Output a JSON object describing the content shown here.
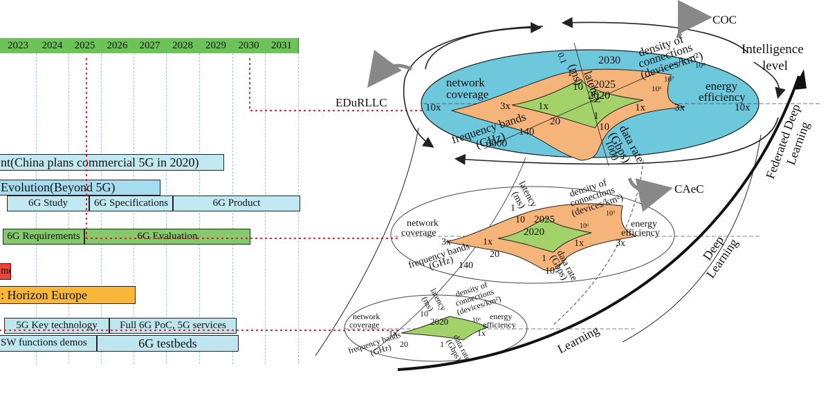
{
  "timeline": {
    "years": [
      "2023",
      "2024",
      "2025",
      "2026",
      "2027",
      "2028",
      "2029",
      "2030",
      "2031"
    ],
    "bars": {
      "china": "nt(China plans commercial 5G in 2020)",
      "evolution": "Evolution(Beyond 5G)",
      "study": "6G Study",
      "specs": "6G Specifications",
      "product": "6G Product",
      "requirements": "6G Requirements",
      "evaluation": "6G Evaluation",
      "red_tail": "me",
      "horizon": ": Horizon Europe",
      "keytech": "5G Key technology",
      "poc": "Full 6G PoC, 5G services",
      "sw": "SW functions demos",
      "testbeds": "6G testbeds"
    }
  },
  "colors": {
    "year_header": "#6dc35a",
    "ellipse_fill": "#6ec8dc",
    "region_outer": "#f5b57a",
    "region_inner": "#a4d26a",
    "red_dots": "#e0202a"
  },
  "diagram": {
    "top": {
      "latency": "latency",
      "ms": "(ms)",
      "density": "density of",
      "connections": "connections",
      "devices": "(devices/km²)",
      "coverage1": "network",
      "coverage2": "coverage",
      "energy1": "energy",
      "energy2": "efficiency",
      "bands1": "frequency bands",
      "bands2": "(GHz)",
      "rate1": "data rate",
      "rate2": "(Gbps)",
      "y2030": "2030",
      "y2025": "2025",
      "y2020": "2020",
      "t10x_l": "10x",
      "t3x_l": "3x",
      "t1x_l": "1x",
      "t1x_r": "1x",
      "t3x_r": "3x",
      "t10x_r": "10x",
      "f20": "20",
      "f140": "140",
      "f3000": "3000",
      "r1": "1",
      "r10": "10",
      "r1000": "1000",
      "l10": "10",
      "l1": "1",
      "l01": "0.1",
      "d106": "10⁶",
      "d107": "10⁷",
      "d108": "10⁸"
    },
    "mid": {
      "latency": "latency",
      "ms": "(ms)",
      "density": "density of",
      "connections": "connections",
      "devices": "(devices/km²)",
      "coverage1": "network",
      "coverage2": "coverage",
      "energy1": "energy",
      "energy2": "efficiency",
      "bands1": "frequency bands",
      "bands2": "(GHz)",
      "rate1": "data rate",
      "rate2": "(Gbps)",
      "y2025": "2025",
      "y2020": "2020",
      "t3x_l": "3x",
      "t1x_l": "1x",
      "t1x_r": "1x",
      "t3x_r": "3x",
      "f20": "20",
      "f140": "140",
      "r1": "1",
      "r10": "10",
      "l10": "10",
      "l1": "1",
      "d106": "10⁶",
      "d107": "10⁷"
    },
    "bot": {
      "latency": "latency",
      "ms": "(ms)",
      "density": "density of",
      "connections": "connections",
      "devices": "(devices/km²)",
      "coverage1": "network",
      "coverage2": "coverage",
      "energy1": "energy",
      "energy2": "efficiency",
      "bands1": "frequency bands",
      "bands2": "(GHz)",
      "rate1": "data rate",
      "rate2": "(Gbps)",
      "y2020": "2020",
      "t1x_l": "1x",
      "t1x_r": "1x",
      "f20": "20",
      "r1": "1",
      "l10": "10",
      "d106": "10⁶"
    },
    "services": {
      "coc": "COC",
      "edurllc": "EDuRLLC",
      "caec": "CAeC"
    },
    "intelligence1": "Intelligence",
    "intelligence2": "level",
    "learning": "Learning",
    "deep1": "Deep",
    "deep2": "Learning",
    "fed1": "Federated Deep",
    "fed2": "Learning"
  }
}
